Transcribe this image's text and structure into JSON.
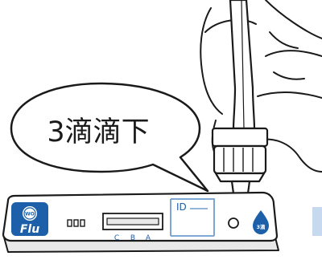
{
  "callout": {
    "text": "3滴滴下"
  },
  "cassette": {
    "logo_text": "Flu",
    "logo_badge": "WO",
    "id_label": "ID",
    "line_labels": [
      "C",
      "B",
      "A"
    ],
    "drop_badge": "3滴"
  },
  "colors": {
    "line": "#1a1a1a",
    "accent_blue": "#1d5fa8",
    "light_blue": "#c7d9ee",
    "gray_fill": "#e8e8e8"
  }
}
